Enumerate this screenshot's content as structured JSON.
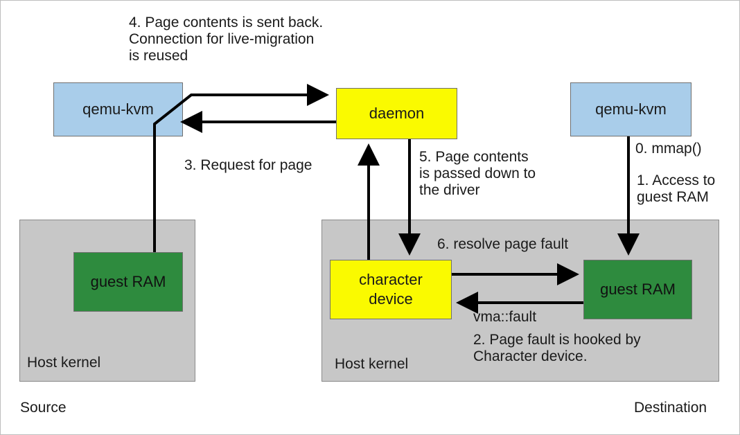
{
  "boxes": {
    "source_kernel": "Host kernel",
    "dest_kernel": "Host kernel",
    "source_qemu": "qemu-kvm",
    "dest_qemu": "qemu-kvm",
    "daemon": "daemon",
    "source_guest_ram": "guest RAM",
    "char_device": "character\ndevice",
    "dest_guest_ram": "guest RAM"
  },
  "labels": {
    "step0": "0. mmap()",
    "step1": "1. Access to\nguest RAM",
    "step2": "2. Page fault is hooked by\nCharacter device.",
    "step3": "3. Request for page",
    "step4": "4. Page contents is sent back.\nConnection for live-migration\nis reused",
    "step5": "5. Page contents\nis passed down to\nthe driver",
    "step6": "6. resolve page fault",
    "vma_fault": "vma::fault",
    "source": "Source",
    "destination": "Destination"
  },
  "colors": {
    "qemu": "#a9cdea",
    "daemon": "#fafa00",
    "guest_ram": "#2e8b3e",
    "kernel": "#c7c7c7",
    "arrow": "#000000"
  }
}
